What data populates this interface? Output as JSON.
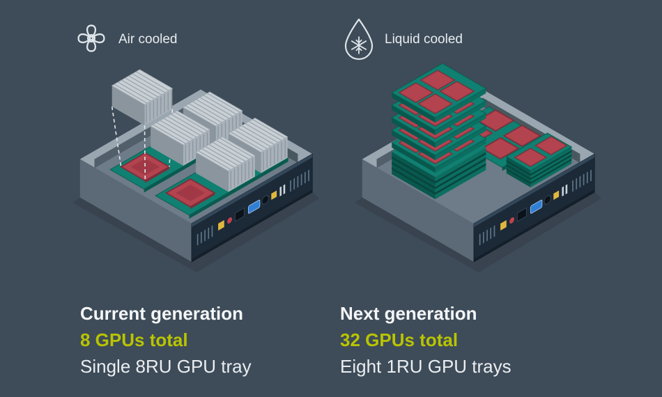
{
  "colors": {
    "background": "#3e4b58",
    "accent_green": "#b8c400",
    "pcb_teal": "#0f8071",
    "gpu_red": "#b2434f",
    "heatsink_gray": "#c9d0d5",
    "text_white": "#f4f6f7"
  },
  "left": {
    "icon": "fan-icon",
    "cooling_label": "Air cooled",
    "title": "Current generation",
    "gpu_total": "8 GPUs total",
    "description": "Single 8RU GPU tray"
  },
  "right": {
    "icon": "droplet-snowflake-icon",
    "cooling_label": "Liquid cooled",
    "title": "Next generation",
    "gpu_total": "32 GPUs total",
    "description": "Eight 1RU GPU trays"
  }
}
